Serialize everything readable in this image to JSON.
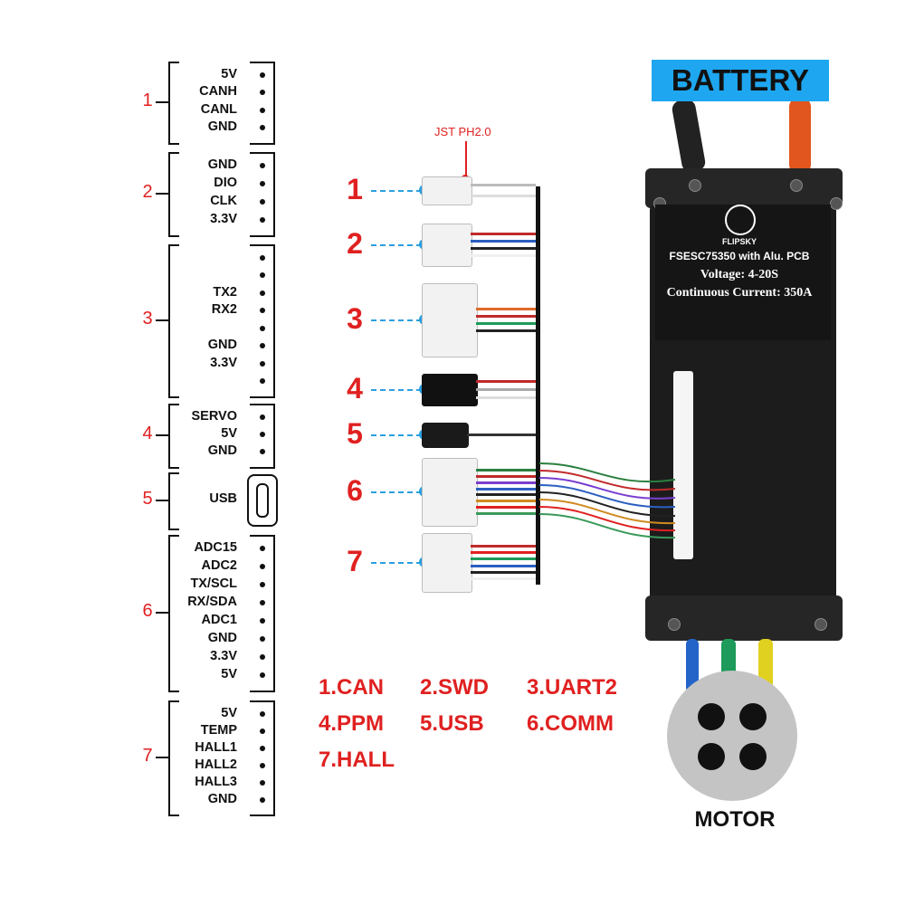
{
  "groups": [
    {
      "num": "1",
      "pins": [
        "5V",
        "CANH",
        "CANL",
        "GND"
      ]
    },
    {
      "num": "2",
      "pins": [
        "GND",
        "DIO",
        "CLK",
        "3.3V"
      ]
    },
    {
      "num": "3",
      "pins": [
        "",
        "",
        "TX2",
        "RX2",
        "",
        "GND",
        "3.3V",
        ""
      ]
    },
    {
      "num": "4",
      "pins": [
        "SERVO",
        "5V",
        "GND"
      ]
    },
    {
      "num": "5",
      "pins": [
        "USB"
      ]
    },
    {
      "num": "6",
      "pins": [
        "ADC15",
        "ADC2",
        "TX/SCL",
        "RX/SDA",
        "ADC1",
        "GND",
        "3.3V",
        "5V"
      ]
    },
    {
      "num": "7",
      "pins": [
        "5V",
        "TEMP",
        "HALL1",
        "HALL2",
        "HALL3",
        "GND"
      ]
    }
  ],
  "connectors": [
    "1",
    "2",
    "3",
    "4",
    "5",
    "6",
    "7"
  ],
  "jst_label": "JST PH2.0",
  "legend": [
    "1.CAN",
    "2.SWD",
    "3.UART2",
    "4.PPM",
    "5.USB",
    "6.COMM",
    "7.HALL"
  ],
  "esc": {
    "battery": "BATTERY",
    "brand": "FLIPSKY",
    "model": "FSESC75350 with Alu. PCB",
    "voltage": "Voltage: 4-20S",
    "current": "Continuous Current: 350A"
  },
  "motor": "MOTOR",
  "colors": {
    "red": "#e02020",
    "blue": "#2a9fe0",
    "battery_bg": "#1ea7f0"
  }
}
